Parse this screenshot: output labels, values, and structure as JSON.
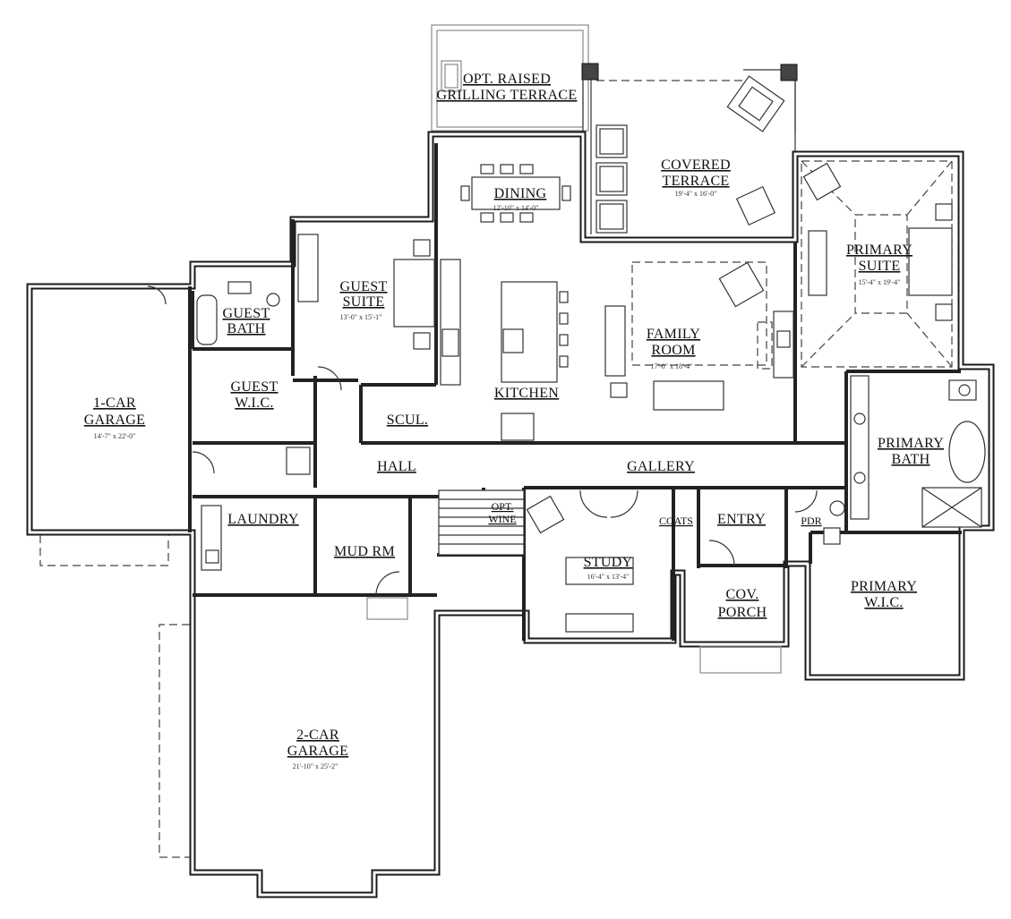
{
  "rooms": {
    "raised_terrace": {
      "line1": "OPT. RAISED",
      "line2": "GRILLING TERRACE"
    },
    "covered_terrace": {
      "line1": "COVERED",
      "line2": "TERRACE",
      "dim": "19'-4\" x 16'-0\""
    },
    "dining": {
      "name": "DINING",
      "dim": "12'-10\" x 14'-0\""
    },
    "primary_suite": {
      "line1": "PRIMARY",
      "line2": "SUITE",
      "dim": "15'-4\" x 19'-4\""
    },
    "guest_suite": {
      "line1": "GUEST",
      "line2": "SUITE",
      "dim": "13'-0\" x 15'-1\""
    },
    "guest_bath": {
      "line1": "GUEST",
      "line2": "BATH"
    },
    "one_car_garage": {
      "line1": "1-CAR",
      "line2": "GARAGE",
      "dim": "14'-7\" x 22'-0\""
    },
    "family_room": {
      "line1": "FAMILY",
      "line2": "ROOM",
      "dim": "17'-0\" x 18'-4\""
    },
    "guest_wic": {
      "line1": "GUEST",
      "line2": "W.I.C."
    },
    "kitchen": {
      "name": "KITCHEN"
    },
    "scullery": {
      "name": "SCUL."
    },
    "hall": {
      "name": "HALL"
    },
    "gallery": {
      "name": "GALLERY"
    },
    "primary_bath": {
      "line1": "PRIMARY",
      "line2": "BATH"
    },
    "laundry": {
      "name": "LAUNDRY"
    },
    "opt_wine": {
      "line1": "OPT.",
      "line2": "WINE"
    },
    "coats": {
      "name": "COATS"
    },
    "entry": {
      "name": "ENTRY"
    },
    "powder": {
      "name": "PDR"
    },
    "mud_room": {
      "name": "MUD RM"
    },
    "study": {
      "name": "STUDY",
      "dim": "16'-4\" x 13'-4\""
    },
    "primary_wic": {
      "line1": "PRIMARY",
      "line2": "W.I.C."
    },
    "cov_porch": {
      "line1": "COV.",
      "line2": "PORCH"
    },
    "two_car_garage": {
      "line1": "2-CAR",
      "line2": "GARAGE",
      "dim": "21'-10\" x 25'-2\""
    }
  }
}
